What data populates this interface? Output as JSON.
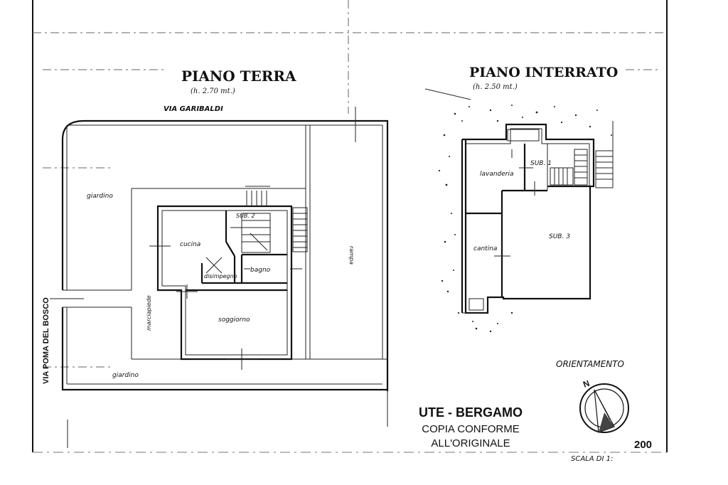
{
  "ground_floor": {
    "title": "PIANO TERRA",
    "height_note": "(h. 2.70 mt.)",
    "street_top": "VIA GARIBALDI",
    "street_left": "VIA POMA DEL BOSCO",
    "rooms": {
      "giardino_top": "giardino",
      "giardino_bottom": "giardino",
      "cucina": "cucina",
      "disimpegno": "disimpegno",
      "bagno": "bagno",
      "soggiorno": "soggiorno",
      "marciapiede": "marciapiede",
      "rampa": "rampa",
      "sub2": "SUB. 2"
    }
  },
  "basement": {
    "title": "PIANO INTERRATO",
    "height_note": "(h. 2.50 mt.)",
    "rooms": {
      "sub1": "SUB. 1",
      "lavanderia": "lavanderia",
      "sub3": "SUB. 3",
      "cantina": "cantina"
    }
  },
  "stamp": {
    "line1": "UTE - BERGAMO",
    "line2": "COPIA CONFORME",
    "line3": "ALL'ORIGINALE"
  },
  "orientation": {
    "label": "ORIENTAMENTO",
    "north": "N"
  },
  "scale": {
    "label": "SCALA DI 1:",
    "value": "200"
  }
}
